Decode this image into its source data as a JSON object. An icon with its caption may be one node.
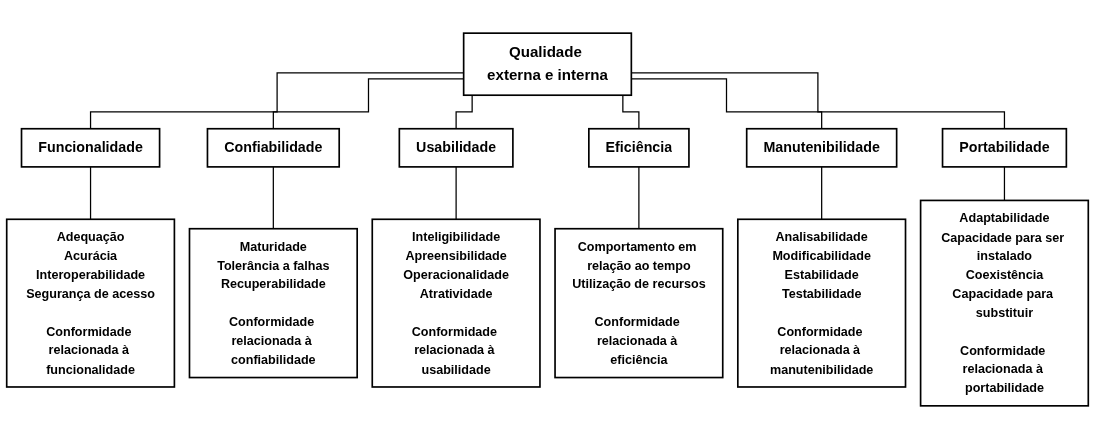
{
  "diagram": {
    "nodes": [
      {
        "text": [
          "Qualidade externa e interna"
        ]
      },
      {
        "text": [
          "Funcionalidade"
        ]
      },
      {
        "text": [
          "Adequação",
          "Acurácia",
          "Interoperabilidade",
          "Segurança de acesso",
          "Conformidade relacionada à funcionalidade"
        ]
      },
      {
        "text": [
          "Confiabilidade"
        ]
      },
      {
        "text": [
          "Maturidade",
          "Tolerância a falhas",
          "Recuperabilidade",
          "Conformidade relacionada à confiabilidade"
        ]
      },
      {
        "text": [
          "Usabilidade"
        ]
      },
      {
        "text": [
          "Inteligibilidade",
          "Apreensibilidade",
          "Operacionalidade",
          "Atratividade",
          "Conformidade relacionada à usabilidade"
        ]
      },
      {
        "text": [
          "Eficiência"
        ]
      },
      {
        "text": [
          "Comportamento em relação ao tempo",
          "Utilização de recursos",
          "Conformidade relacionada à eficiência"
        ]
      },
      {
        "text": [
          "Manutenibilidade"
        ]
      },
      {
        "text": [
          "Analisabilidade",
          "Modificabilidade",
          "Estabilidade",
          "Testabilidade",
          "Conformidade relacionada à manutenibilidade"
        ]
      },
      {
        "text": [
          "Portabilidade"
        ]
      },
      {
        "text": [
          "Adaptabilidade",
          "Capacidade para ser instalado",
          "Coexistência",
          "Capacidade para substituir",
          "Conformidade relacionada à portabilidade"
        ]
      }
    ],
    "edges": [
      {
        "from": 0,
        "to": 1,
        "arrow": "none"
      },
      {
        "from": 0,
        "to": 3,
        "arrow": "none"
      },
      {
        "from": 0,
        "to": 5,
        "arrow": "none"
      },
      {
        "from": 0,
        "to": 7,
        "arrow": "none"
      },
      {
        "from": 0,
        "to": 9,
        "arrow": "none"
      },
      {
        "from": 0,
        "to": 11,
        "arrow": "none"
      },
      {
        "from": 1,
        "to": 2,
        "arrow": "none"
      },
      {
        "from": 3,
        "to": 4,
        "arrow": "none"
      },
      {
        "from": 5,
        "to": 6,
        "arrow": "none"
      },
      {
        "from": 7,
        "to": 8,
        "arrow": "none"
      },
      {
        "from": 9,
        "to": 10,
        "arrow": "none"
      },
      {
        "from": 11,
        "to": 12,
        "arrow": "none"
      }
    ]
  }
}
